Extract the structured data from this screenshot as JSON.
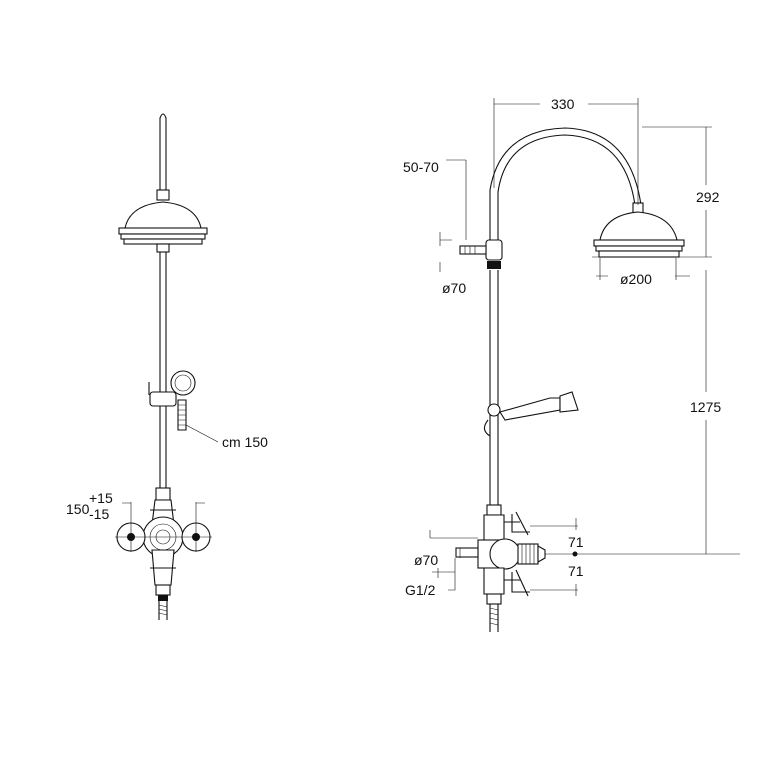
{
  "left_view": {
    "hose_label": "cm 150",
    "distance_label": "150",
    "tolerance_plus": "+15",
    "tolerance_minus": "-15"
  },
  "right_view": {
    "arm_reach": "330",
    "wall_distance": "50-70",
    "head_height": "292",
    "bracket_diameter": "ø70",
    "head_diameter": "ø200",
    "riser_height": "1275",
    "valve_diameter": "ø70",
    "thread": "G1/2",
    "upper_offset": "71",
    "lower_offset": "71"
  }
}
